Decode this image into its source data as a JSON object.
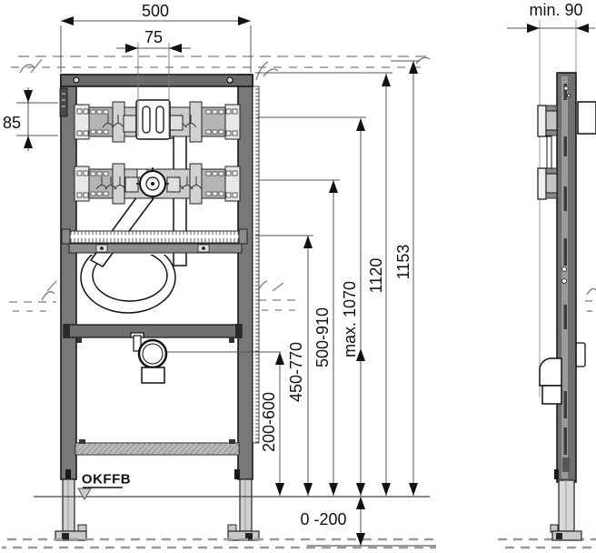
{
  "dims": {
    "width": "500",
    "flush_pipe_spacing": "75",
    "top_offset": "85",
    "depth": "min. 90",
    "drain_height": "200-600",
    "fixing_height": "450-770",
    "supply_height": "500-910",
    "flush_pipe_height": "max. 1070",
    "upper_crossbar_height": "1120",
    "total_height": "1153",
    "foot_adjustment": "0 -200"
  },
  "labels": {
    "floor_level": "OKFFB"
  },
  "colors": {
    "frame_dark": "#6f6f6f",
    "frame_rail": "#787878",
    "plate_light": "#cccccc",
    "leg_light": "#d0d0d0",
    "line": "#111111",
    "dim_line": "#555555",
    "hatch": "#8a8a8a"
  }
}
